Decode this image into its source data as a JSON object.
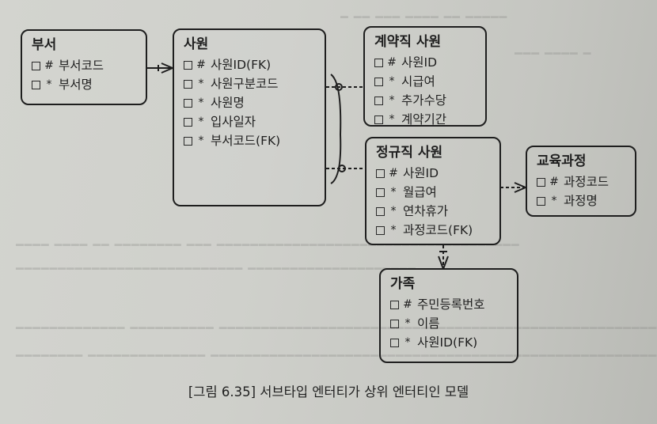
{
  "entities": {
    "dept": {
      "title": "부서",
      "attrs": [
        {
          "mark": "#",
          "label": "부서코드"
        },
        {
          "mark": "*",
          "label": "부서명"
        }
      ]
    },
    "employee": {
      "title": "사원",
      "attrs": [
        {
          "mark": "#",
          "label": "사원ID(FK)"
        },
        {
          "mark": "*",
          "label": "사원구분코드"
        },
        {
          "mark": "*",
          "label": "사원명"
        },
        {
          "mark": "*",
          "label": "입사일자"
        },
        {
          "mark": "*",
          "label": "부서코드(FK)"
        }
      ]
    },
    "contract": {
      "title": "계약직 사원",
      "attrs": [
        {
          "mark": "#",
          "label": "사원ID"
        },
        {
          "mark": "*",
          "label": "시급여"
        },
        {
          "mark": "*",
          "label": "추가수당"
        },
        {
          "mark": "*",
          "label": "계약기간"
        }
      ]
    },
    "regular": {
      "title": "정규직 사원",
      "attrs": [
        {
          "mark": "#",
          "label": "사원ID"
        },
        {
          "mark": "*",
          "label": "월급여"
        },
        {
          "mark": "*",
          "label": "연차휴가"
        },
        {
          "mark": "*",
          "label": "과정코드(FK)"
        }
      ]
    },
    "course": {
      "title": "교육과정",
      "attrs": [
        {
          "mark": "#",
          "label": "과정코드"
        },
        {
          "mark": "*",
          "label": "과정명"
        }
      ]
    },
    "family": {
      "title": "가족",
      "attrs": [
        {
          "mark": "#",
          "label": "주민등록번호"
        },
        {
          "mark": "*",
          "label": "이름"
        },
        {
          "mark": "*",
          "label": "사원ID(FK)"
        }
      ]
    }
  },
  "caption": "[그림 6.35] 서브타입 엔터티가 상위 엔터티인 모델"
}
